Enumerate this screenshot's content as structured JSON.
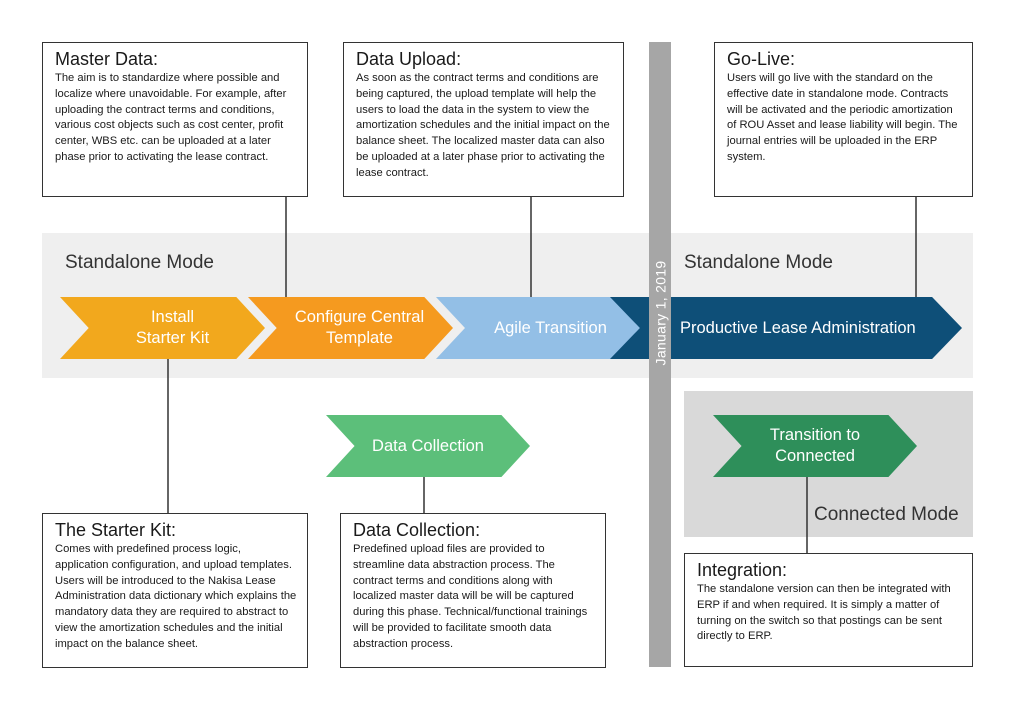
{
  "date_marker": "January 1, 2019",
  "modes": {
    "standalone_left": "Standalone Mode",
    "standalone_right": "Standalone Mode",
    "connected": "Connected Mode"
  },
  "chevrons": {
    "install": "Install\nStarter Kit",
    "configure": "Configure Central\nTemplate",
    "agile": "Agile Transition",
    "productive": "Productive Lease Administration",
    "data_collection": "Data Collection",
    "transition": "Transition to\nConnected"
  },
  "boxes": {
    "master_data": {
      "title": "Master Data:",
      "text": "The aim is to standardize where possible and localize where unavoidable. For example, after uploading the contract terms and conditions, various cost objects such as cost center, profit center, WBS etc. can be uploaded at a later phase prior to activating the lease contract."
    },
    "data_upload": {
      "title": "Data Upload:",
      "text": "As soon as the contract terms and conditions are being captured, the upload template will help the users to load the data in the system to view the amortization schedules and the initial impact on the balance sheet. The localized master data can also be uploaded at a later phase prior to activating the lease contract."
    },
    "go_live": {
      "title": "Go-Live:",
      "text": "Users will go live with the standard on the effective date in standalone mode. Contracts will be activated and the periodic amortization of ROU Asset and lease liability will begin. The journal entries will be uploaded in the ERP system."
    },
    "starter_kit": {
      "title": "The Starter Kit:",
      "text": "Comes with predefined process logic, application configuration, and upload templates. Users will be introduced to the Nakisa Lease Administration data dictionary which explains the mandatory data they are required to abstract to view the amortization schedules and the initial impact on the balance sheet."
    },
    "data_collection": {
      "title": "Data Collection:",
      "text": "Predefined upload files are provided to streamline data abstraction process. The contract terms and conditions along with localized master data will be will be captured during this phase. Technical/functional trainings will be provided to facilitate smooth data abstraction process."
    },
    "integration": {
      "title": "Integration:",
      "text": "The standalone version can then be integrated with ERP if and when required. It is simply a matter of turning on the switch so that postings can be sent directly to ERP."
    }
  },
  "colors": {
    "install": "#f2a81d",
    "configure": "#f59a1f",
    "agile": "#93bfe6",
    "productive": "#0e4f78",
    "data_collection": "#5cbf7a",
    "transition": "#2e8f5a",
    "date_bar": "#a6a6a6"
  }
}
